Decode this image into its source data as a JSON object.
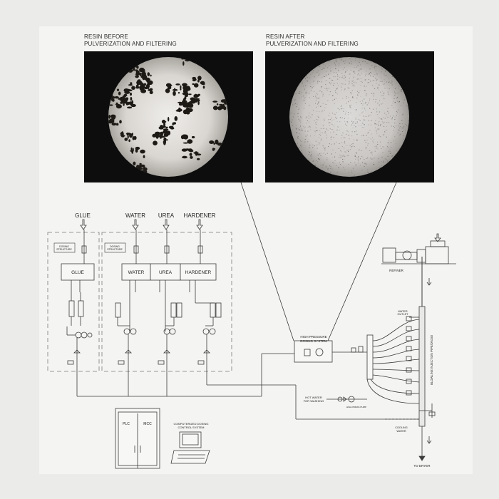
{
  "captions": {
    "before_line1": "RESIN BEFORE",
    "before_line2": "PULVERIZATION AND FILTERING",
    "after_line1": "RESIN AFTER",
    "after_line2": "PULVERIZATION AND FILTERING"
  },
  "inputs": {
    "glue": "GLUE",
    "water": "WATER",
    "urea": "UREA",
    "hardener": "HARDENER"
  },
  "dosing": {
    "structure_line1": "DOSING",
    "structure_line2": "STRUCTURE"
  },
  "tanks": {
    "glue": "GLUE",
    "water": "WATER",
    "urea": "UREA",
    "hardener": "HARDENER"
  },
  "hp_system": {
    "line1": "HIGH PRESSURE",
    "line2": "DOSING SYSTEM"
  },
  "refiner": "REFINER",
  "water_outlet": {
    "line1": "WATER",
    "line2": "OUTLET"
  },
  "hot_water": {
    "line1": "HOT WATER",
    "line2": "FOR WASHING"
  },
  "hp_pump": "HIGH PRESS PUMP",
  "blowline": "BLOWLINE INJECTION PIPE/DN150",
  "cooling_water": {
    "line1": "COOLING",
    "line2": "WATER"
  },
  "to_dryer": "TO DRYER",
  "cabinet": {
    "plc": "PLC",
    "mcc": "MCC"
  },
  "control": {
    "line1": "COMPUTERIZED DOSING",
    "line2": "CONTROL SYSTEM"
  },
  "colors": {
    "line": "#3a3a3a",
    "dashed": "#7a7a7a",
    "photo_bg": "#0d0d0d",
    "panel": "#f4f4f2"
  }
}
